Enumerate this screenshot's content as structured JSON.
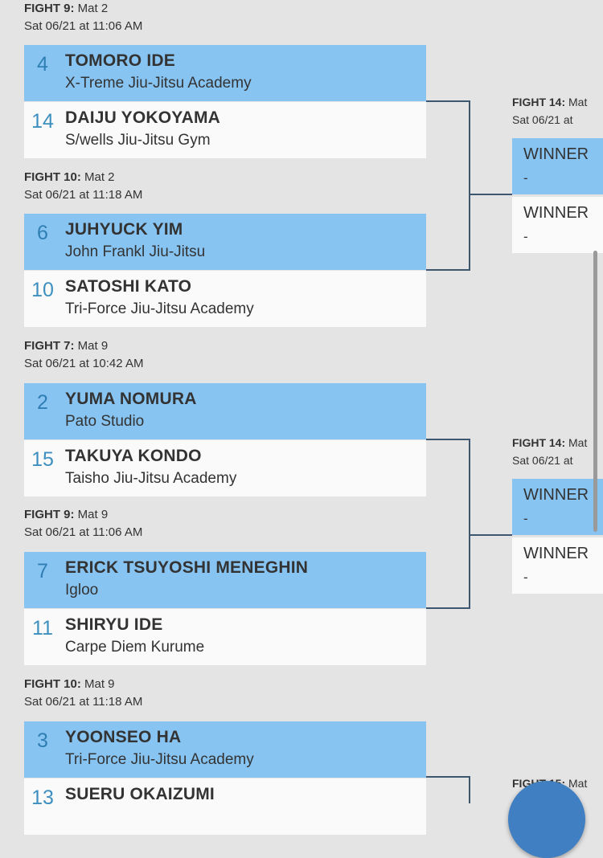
{
  "fights": [
    {
      "label": "FIGHT 9:",
      "mat": " Mat 2",
      "time": "Sat 06/21 at 11:06 AM",
      "top": {
        "seed": "4",
        "name": "TOMORO IDE",
        "club": "X-Treme Jiu-Jitsu Academy"
      },
      "bottom": {
        "seed": "14",
        "name": "DAIJU YOKOYAMA",
        "club": "S/wells Jiu-Jitsu Gym"
      }
    },
    {
      "label": "FIGHT 10:",
      "mat": " Mat 2",
      "time": "Sat 06/21 at 11:18 AM",
      "top": {
        "seed": "6",
        "name": "JUHYUCK YIM",
        "club": "John Frankl Jiu-Jitsu"
      },
      "bottom": {
        "seed": "10",
        "name": "SATOSHI KATO",
        "club": "Tri-Force Jiu-Jitsu Academy"
      }
    },
    {
      "label": "FIGHT 7:",
      "mat": " Mat 9",
      "time": "Sat 06/21 at 10:42 AM",
      "top": {
        "seed": "2",
        "name": "YUMA NOMURA",
        "club": "Pato Studio"
      },
      "bottom": {
        "seed": "15",
        "name": "TAKUYA KONDO",
        "club": "Taisho Jiu-Jitsu Academy"
      }
    },
    {
      "label": "FIGHT 9:",
      "mat": " Mat 9",
      "time": "Sat 06/21 at 11:06 AM",
      "top": {
        "seed": "7",
        "name": "ERICK TSUYOSHI MENEGHIN",
        "club": "Igloo"
      },
      "bottom": {
        "seed": "11",
        "name": "SHIRYU IDE",
        "club": "Carpe Diem Kurume"
      }
    },
    {
      "label": "FIGHT 10:",
      "mat": " Mat 9",
      "time": "Sat 06/21 at 11:18 AM",
      "top": {
        "seed": "3",
        "name": "YOONSEO HA",
        "club": "Tri-Force Jiu-Jitsu Academy"
      },
      "bottom": {
        "seed": "13",
        "name": "SUERU OKAIZUMI",
        "club": ""
      }
    }
  ],
  "next_rounds": [
    {
      "label": "FIGHT 14:",
      "mat": " Mat",
      "time": "Sat 06/21 at",
      "top": {
        "title": "WINNER",
        "sub": "-"
      },
      "bottom": {
        "title": "WINNER",
        "sub": "-"
      }
    },
    {
      "label": "FIGHT 14:",
      "mat": " Mat",
      "time": "Sat 06/21 at",
      "top": {
        "title": "WINNER",
        "sub": "-"
      },
      "bottom": {
        "title": "WINNER",
        "sub": "-"
      }
    },
    {
      "label": "FIGHT 15:",
      "mat": " Mat",
      "time": ""
    }
  ]
}
